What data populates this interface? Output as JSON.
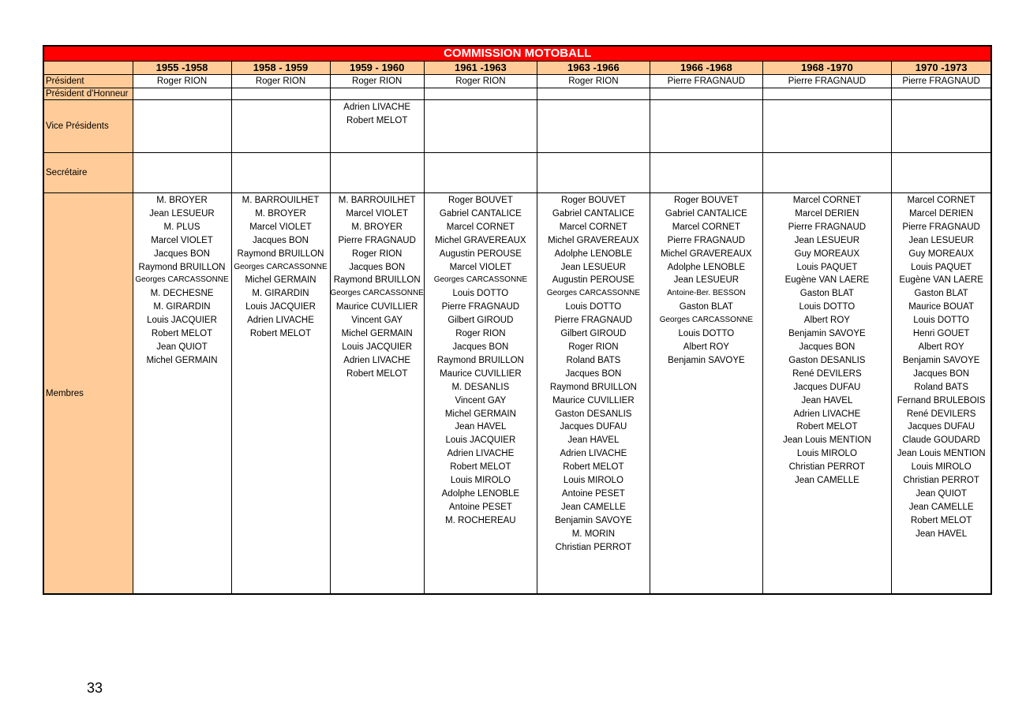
{
  "title": "COMMISSION MOTOBALL",
  "periods": [
    "1955 -1958",
    "1958 - 1959",
    "1959 - 1960",
    "1961 -1963",
    "1963 -1966",
    "1966 -1968",
    "1968 -1970",
    "1970 -1973"
  ],
  "row_labels": {
    "president": "Président",
    "honorary": "Président d'Honneur",
    "vice": "Vice Présidents",
    "secretary": "Secrétaire",
    "members": "Membres"
  },
  "presidents": [
    "Roger RION",
    "Roger RION",
    "Roger RION",
    "Roger RION",
    "Roger RION",
    "Pierre FRAGNAUD",
    "Pierre FRAGNAUD",
    "Pierre FRAGNAUD"
  ],
  "vice_presidents": [
    [],
    [],
    [
      "Adrien LIVACHE",
      "Robert MELOT"
    ],
    [],
    [],
    [],
    [],
    []
  ],
  "members": [
    [
      "M. BROYER",
      "Jean LESUEUR",
      "M. PLUS",
      "Marcel VIOLET",
      "Jacques BON",
      "Raymond BRUILLON",
      "Georges CARCASSONNE",
      "M. DECHESNE",
      "M. GIRARDIN",
      "Louis JACQUIER",
      "Robert MELOT",
      "Jean QUIOT",
      "Michel GERMAIN"
    ],
    [
      "M. BARROUILHET",
      "M. BROYER",
      "Marcel VIOLET",
      "Jacques BON",
      "Raymond BRUILLON",
      "Georges CARCASSONNE",
      "Michel GERMAIN",
      "M. GIRARDIN",
      "Louis JACQUIER",
      "Adrien LIVACHE",
      "Robert MELOT"
    ],
    [
      "M. BARROUILHET",
      "Marcel VIOLET",
      "M. BROYER",
      "Pierre FRAGNAUD",
      "Roger RION",
      "Jacques BON",
      "Raymond BRUILLON",
      "Georges CARCASSONNE",
      "Maurice CUVILLIER",
      "Vincent GAY",
      "Michel GERMAIN",
      "Louis JACQUIER",
      "Adrien LIVACHE",
      "Robert MELOT"
    ],
    [
      "Roger BOUVET",
      "Gabriel CANTALICE",
      "Marcel CORNET",
      "Michel GRAVEREAUX",
      "Augustin PEROUSE",
      "Marcel VIOLET",
      "Georges CARCASSONNE",
      "Louis DOTTO",
      "Pierre FRAGNAUD",
      "Gilbert GIROUD",
      "Roger RION",
      "Jacques BON",
      "Raymond BRUILLON",
      "Maurice CUVILLIER",
      "M. DESANLIS",
      "Vincent GAY",
      "Michel GERMAIN",
      "Jean HAVEL",
      "Louis JACQUIER",
      "Adrien LIVACHE",
      "Robert MELOT",
      "Louis MIROLO",
      "Adolphe LENOBLE",
      "Antoine PESET",
      "M. ROCHEREAU"
    ],
    [
      "Roger BOUVET",
      "Gabriel CANTALICE",
      "Marcel CORNET",
      "Michel GRAVEREAUX",
      "Adolphe LENOBLE",
      "Jean LESUEUR",
      "Augustin PEROUSE",
      "Georges CARCASSONNE",
      "Louis DOTTO",
      "Pierre FRAGNAUD",
      "Gilbert GIROUD",
      "Roger RION",
      "Roland BATS",
      "Jacques BON",
      "Raymond BRUILLON",
      "Maurice CUVILLIER",
      "Gaston DESANLIS",
      "Jacques DUFAU",
      "Jean HAVEL",
      "Adrien LIVACHE",
      "Robert MELOT",
      "Louis MIROLO",
      "Antoine PESET",
      "Jean CAMELLE",
      "Benjamin SAVOYE",
      "M. MORIN",
      "Christian PERROT"
    ],
    [
      "Roger BOUVET",
      "Gabriel CANTALICE",
      "Marcel CORNET",
      "Pierre FRAGNAUD",
      "Michel GRAVEREAUX",
      "Adolphe LENOBLE",
      "Jean LESUEUR",
      "Antoine-Ber. BESSON",
      "Gaston BLAT",
      "Georges CARCASSONNE",
      "Louis DOTTO",
      "Albert ROY",
      "Benjamin SAVOYE"
    ],
    [
      "Marcel CORNET",
      "Marcel DERIEN",
      "Pierre FRAGNAUD",
      "Jean LESUEUR",
      "Guy MOREAUX",
      "Louis PAQUET",
      "Eugène VAN LAERE",
      "Gaston BLAT",
      "Louis DOTTO",
      "Albert ROY",
      "Benjamin SAVOYE",
      "Jacques BON",
      "Gaston DESANLIS",
      "René DEVILERS",
      "Jacques DUFAU",
      "Jean HAVEL",
      "Adrien LIVACHE",
      "Robert MELOT",
      "Jean Louis MENTION",
      "Louis MIROLO",
      "Christian PERROT",
      "Jean CAMELLE"
    ],
    [
      "Marcel CORNET",
      "Marcel DERIEN",
      "Pierre FRAGNAUD",
      "Jean LESUEUR",
      "Guy MOREAUX",
      "Louis PAQUET",
      "Eugène VAN LAERE",
      "Gaston BLAT",
      "Maurice BOUAT",
      "Louis DOTTO",
      "Henri GOUET",
      "Albert ROY",
      "Benjamin SAVOYE",
      "Jacques BON",
      "Roland BATS",
      "Fernand BRULEBOIS",
      "René DEVILERS",
      "Jacques DUFAU",
      "Claude GOUDARD",
      "Jean Louis MENTION",
      "Louis MIROLO",
      "Christian PERROT",
      "Jean QUIOT",
      "Jean CAMELLE",
      "Robert MELOT",
      "Jean HAVEL"
    ]
  ],
  "page_number": "33"
}
